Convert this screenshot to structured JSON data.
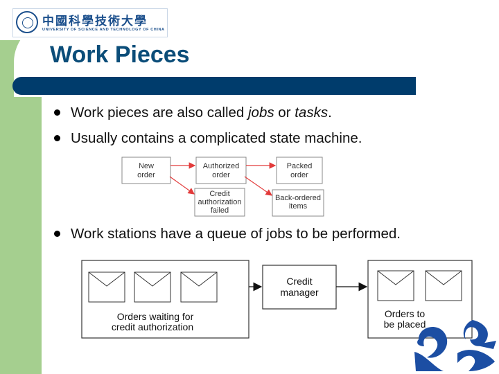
{
  "logo": {
    "name_cn": "中國科學技術大學",
    "name_en": "UNIVERSITY OF SCIENCE AND TECHNOLOGY OF CHINA"
  },
  "title": "Work Pieces",
  "bullets": [
    {
      "before": "Work pieces are also called ",
      "em1": "jobs",
      "mid": " or ",
      "em2": "tasks",
      "after": "."
    },
    {
      "text": "Usually contains a complicated state machine."
    },
    {
      "text": "Work stations have a queue of jobs to be performed."
    }
  ],
  "state_machine": {
    "new_order": [
      "New",
      "order"
    ],
    "authorized_order": [
      "Authorized",
      "order"
    ],
    "packed_order": [
      "Packed",
      "order"
    ],
    "credit_failed": [
      "Credit",
      "authorization",
      "failed"
    ],
    "back_ordered": [
      "Back-ordered",
      "items"
    ]
  },
  "queue_diagram": {
    "left_label": [
      "Orders waiting for",
      "credit authorization"
    ],
    "manager_label": [
      "Credit",
      "manager"
    ],
    "right_label": [
      "Orders to",
      "be placed"
    ]
  },
  "colors": {
    "left_band": "#a5cf8f",
    "title": "#0b4d79",
    "title_bar": "#003c6c",
    "arrow_red": "#e23a3a"
  }
}
